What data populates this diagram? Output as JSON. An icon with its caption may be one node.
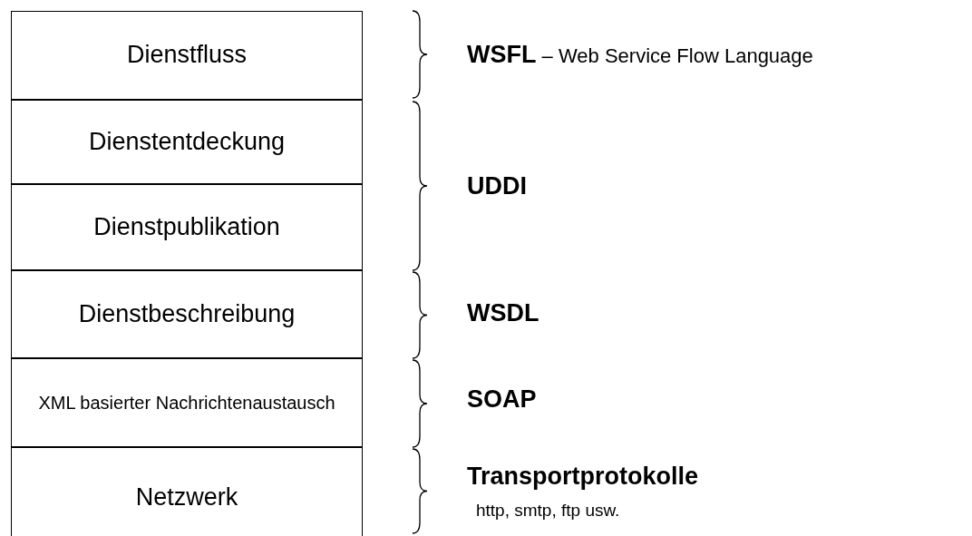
{
  "diagram": {
    "nodes": [
      {
        "text": [
          "Dienstfluss"
        ]
      },
      {
        "text": [
          "Dienstentdeckung"
        ]
      },
      {
        "text": [
          "Dienstpublikation"
        ]
      },
      {
        "text": [
          "Dienstbeschreibung"
        ]
      },
      {
        "text": [
          "XML basierter Nachrichtenaustausch"
        ]
      },
      {
        "text": [
          "Netzwerk"
        ]
      }
    ],
    "labels": [
      "**WSFL** – Web Service Flow Language",
      "UDDI",
      "WSDL",
      "SOAP",
      "Transportprotokolle",
      "http, smtp, ftp usw."
    ]
  }
}
